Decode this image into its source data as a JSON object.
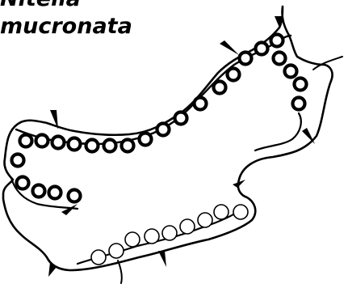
{
  "label": {
    "genus": "Nitella",
    "species": "mucronata"
  },
  "colors": {
    "ink": "#000000",
    "paper": "#ffffff"
  },
  "diagram": {
    "dark_ring_count": 25,
    "light_ring_count": 9,
    "arrowhead_count": 8
  }
}
